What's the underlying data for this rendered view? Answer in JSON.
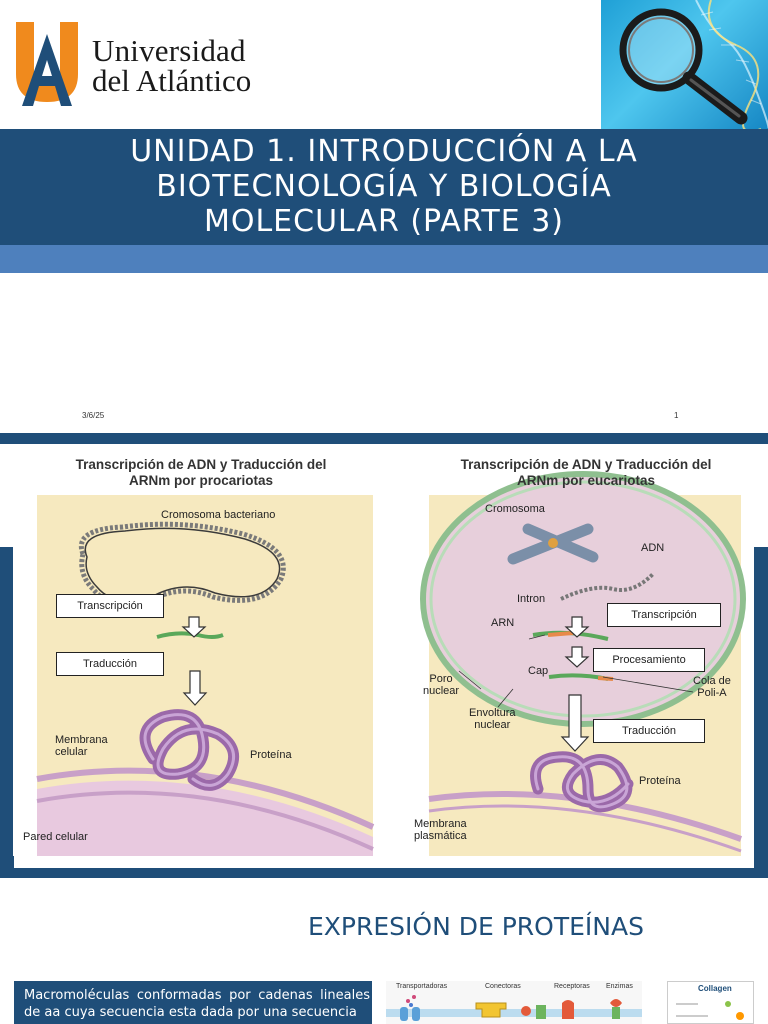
{
  "slide1": {
    "logo": {
      "line1": "Universidad",
      "line2": "del Atlántico"
    },
    "title_lines": [
      "UNIDAD 1. INTRODUCCIÓN A LA",
      "BIOTECNOLOGÍA Y BIOLOGÍA",
      "MOLECULAR (PARTE 3)"
    ],
    "date": "3/6/25",
    "page_number": "1",
    "colors": {
      "band": "#1f4e79",
      "band_light": "#4e80bd",
      "logo_orange": "#f08a1d",
      "logo_blue": "#1f4e79"
    }
  },
  "slide2": {
    "prokaryote": {
      "title_line1": "Transcripción de ADN y Traducción del",
      "title_line2": "ARNm por procariotas",
      "chromosome": "Cromosoma bacteriano",
      "transcription": "Transcripción",
      "translation": "Traducción",
      "membrane_line1": "Membrana",
      "membrane_line2": "celular",
      "protein": "Proteína",
      "wall": "Pared celular"
    },
    "eukaryote": {
      "title_line1": "Transcripción de ADN y Traducción del",
      "title_line2": "ARNm por eucariotas",
      "chromosome": "Cromosoma",
      "dna": "ADN",
      "intron": "Intron",
      "rna": "ARN",
      "transcription": "Transcripción",
      "processing": "Procesamiento",
      "cap": "Cap",
      "pore_line1": "Poro",
      "pore_line2": "nuclear",
      "polya_line1": "Cola de",
      "polya_line2": "Poli-A",
      "envelope_line1": "Envoltura",
      "envelope_line2": "nuclear",
      "translation": "Traducción",
      "protein": "Proteína",
      "membrane_line1": "Membrana",
      "membrane_line2": "plasmática"
    }
  },
  "slide3": {
    "title": "EXPRESIÓN DE PROTEÍNAS",
    "body": "Macromoléculas conformadas por cadenas lineales de aa cuya secuencia esta dada por una secuencia",
    "image_labels": [
      "Transportadoras",
      "Conectoras",
      "Receptoras",
      "Enzimas"
    ],
    "collagen": "Collagen"
  }
}
